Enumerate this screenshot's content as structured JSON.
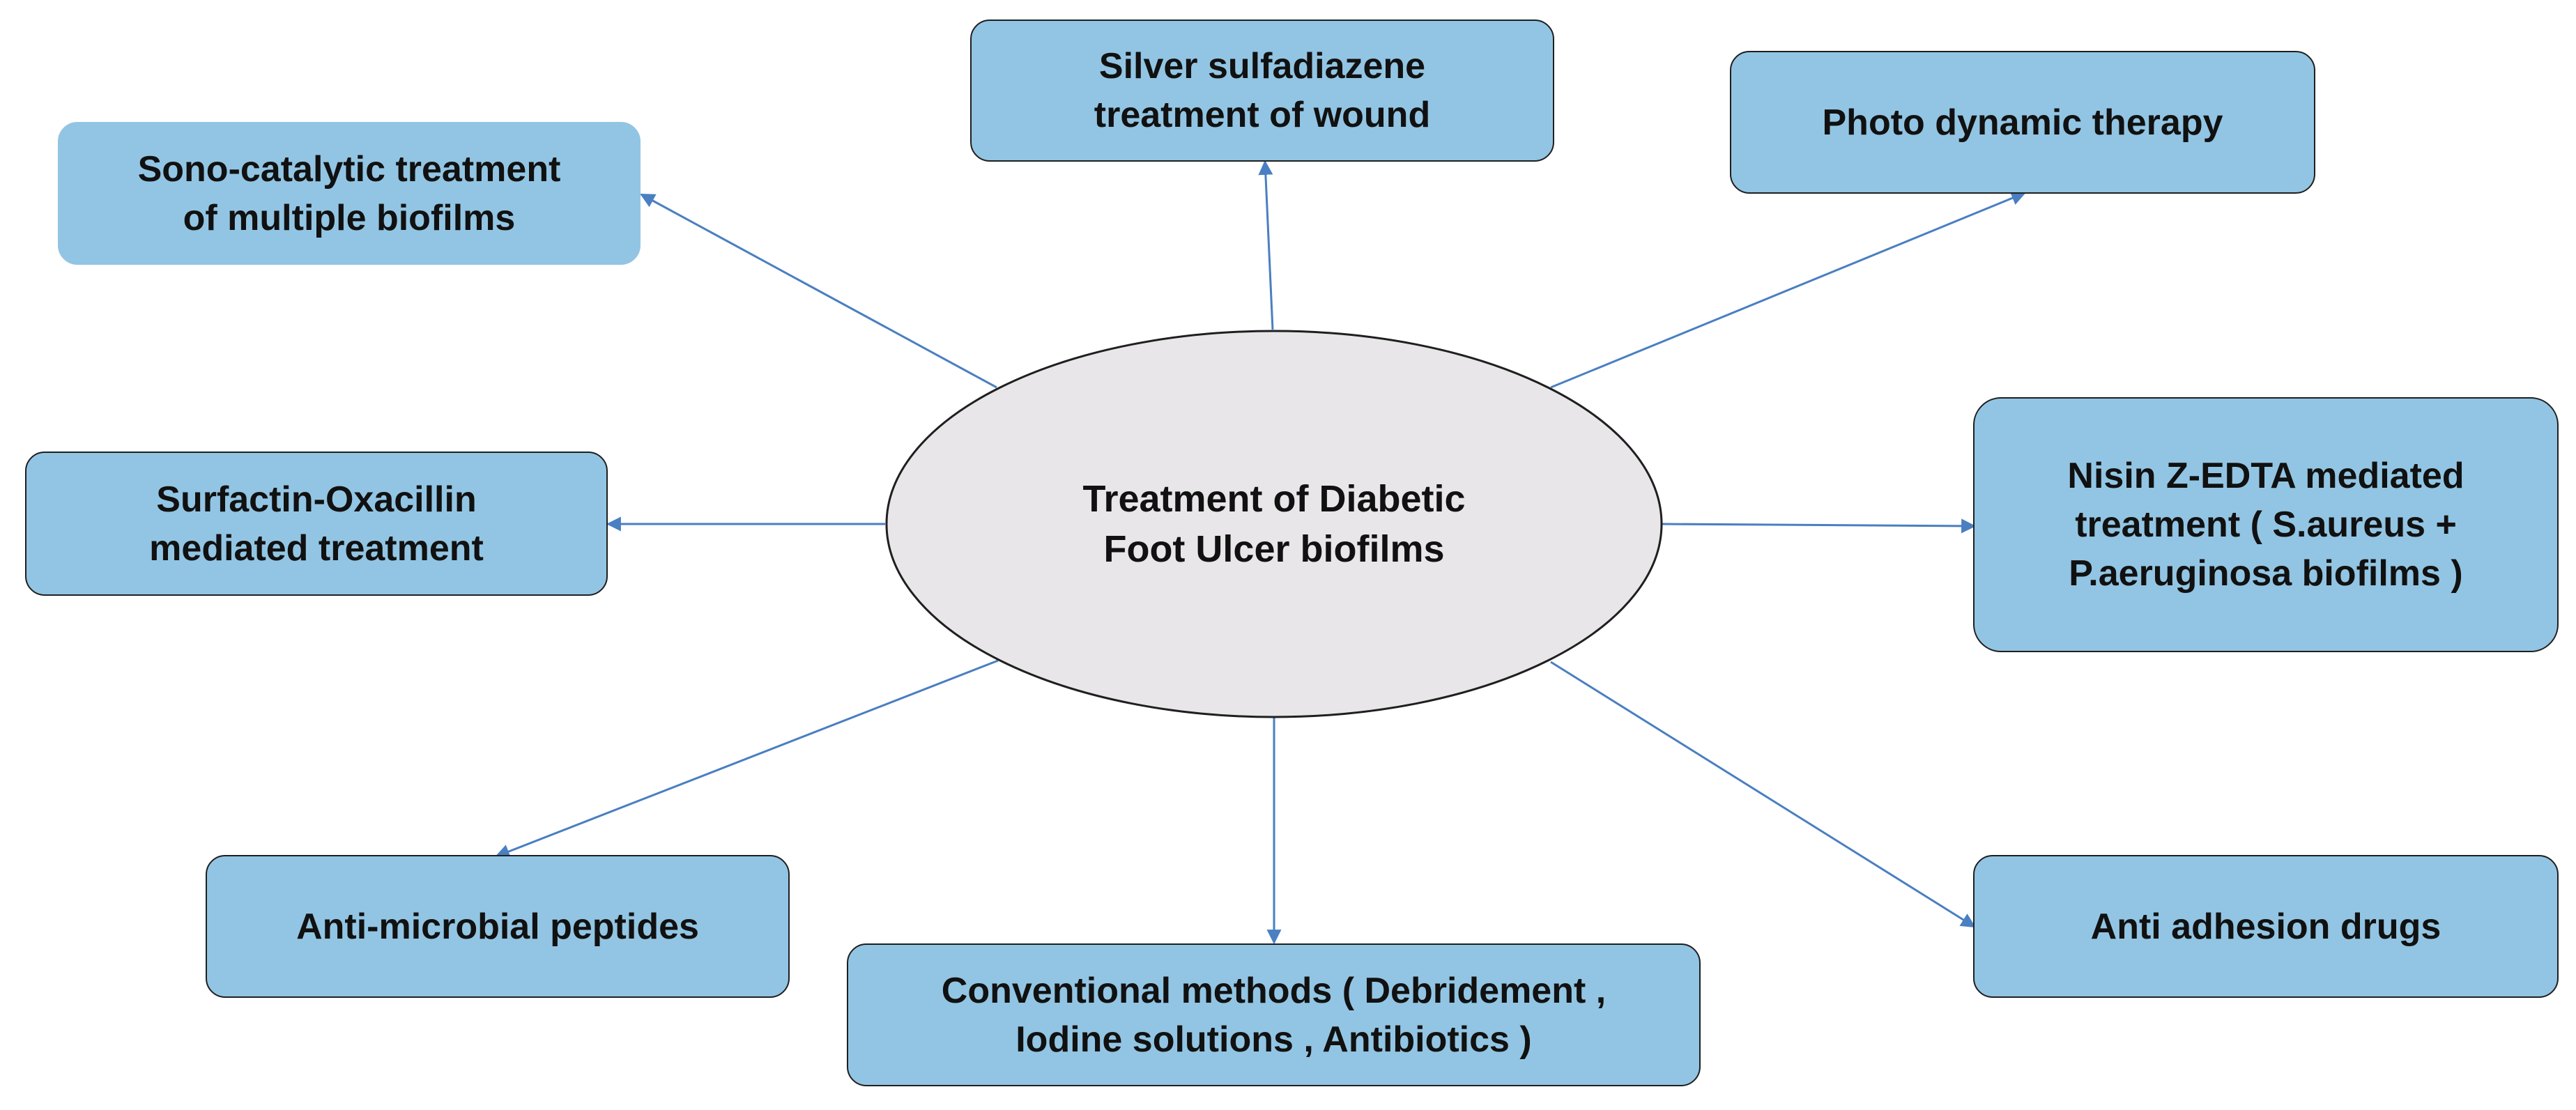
{
  "center": {
    "lines": [
      "Treatment of Diabetic",
      "Foot Ulcer biofilms"
    ]
  },
  "nodes": [
    {
      "id": "silver",
      "lines": [
        "Silver sulfadiazene",
        "treatment of wound"
      ]
    },
    {
      "id": "photo",
      "lines": [
        "Photo dynamic therapy"
      ]
    },
    {
      "id": "sono",
      "lines": [
        "Sono-catalytic treatment",
        "of multiple biofilms"
      ]
    },
    {
      "id": "surfactin",
      "lines": [
        "Surfactin-Oxacillin",
        "mediated treatment"
      ]
    },
    {
      "id": "nisin",
      "lines": [
        "Nisin Z-EDTA  mediated",
        "treatment ( S.aureus +",
        "P.aeruginosa biofilms )"
      ]
    },
    {
      "id": "amp",
      "lines": [
        "Anti-microbial peptides"
      ]
    },
    {
      "id": "conventional",
      "lines": [
        "Conventional methods ( Debridement ,",
        "Iodine solutions , Antibiotics )"
      ]
    },
    {
      "id": "adhesion",
      "lines": [
        "Anti adhesion drugs"
      ]
    }
  ],
  "colors": {
    "box_fill": "#92c5e3",
    "ellipse_fill": "#e8e6e8",
    "arrow": "#4a7fc1",
    "outline": "#1f1f1f"
  }
}
